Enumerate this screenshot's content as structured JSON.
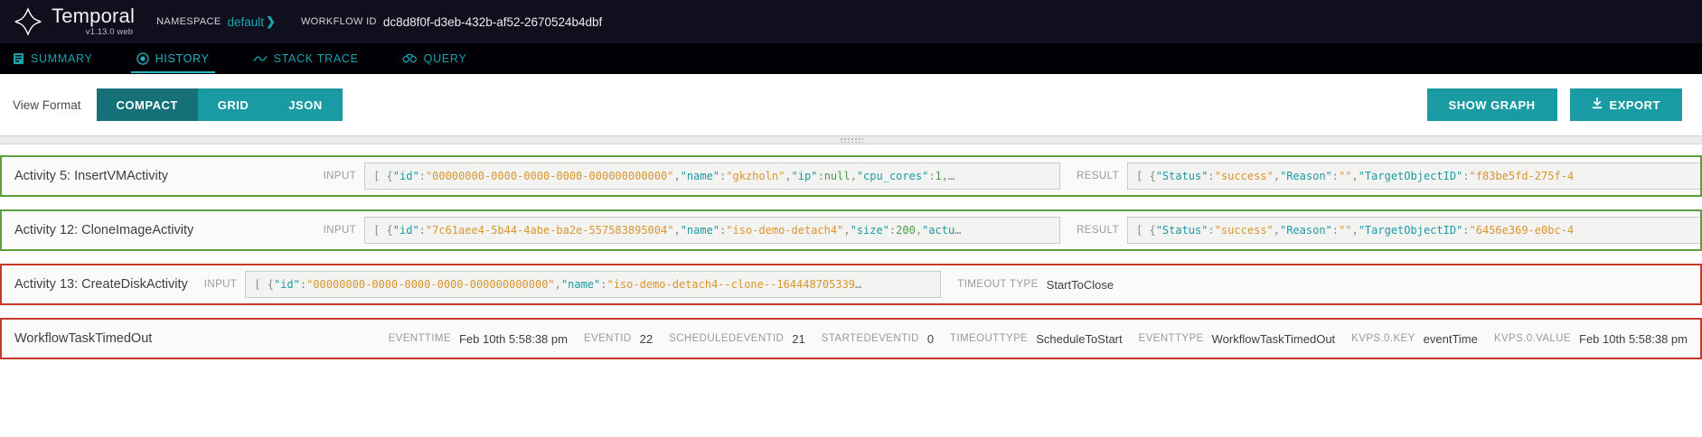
{
  "header": {
    "brand": "Temporal",
    "version": "v1.13.0 web",
    "logo_icon": "temporal-logo-icon",
    "namespace_label": "NAMESPACE",
    "namespace_value": "default",
    "namespace_chevron": "chevron-right-icon",
    "workflow_id_label": "WORKFLOW ID",
    "workflow_id_value": "dc8d8f0f-d3eb-432b-af52-2670524b4dbf"
  },
  "tabs": [
    {
      "label": "SUMMARY",
      "icon": "summary-icon",
      "active": false
    },
    {
      "label": "HISTORY",
      "icon": "history-icon",
      "active": true
    },
    {
      "label": "STACK TRACE",
      "icon": "stack-trace-icon",
      "active": false
    },
    {
      "label": "QUERY",
      "icon": "query-icon",
      "active": false
    }
  ],
  "toolbar": {
    "view_format_label": "View Format",
    "formats": [
      {
        "label": "COMPACT",
        "active": true
      },
      {
        "label": "GRID",
        "active": false
      },
      {
        "label": "JSON",
        "active": false
      }
    ],
    "show_graph_label": "SHOW GRAPH",
    "export_label": "EXPORT",
    "export_icon": "download-icon"
  },
  "splitter": {
    "grip_icon": "drag-grip-icon"
  },
  "colors": {
    "brand_dark": "#0f0f1e",
    "teal": "#1a9ba3",
    "teal_active": "#157078",
    "success_border": "#5f9e3f",
    "failed_border": "#c9392b"
  },
  "events": [
    {
      "title": "Activity 5: InsertVMActivity",
      "status": "success",
      "input_label": "INPUT",
      "input_tokens": [
        {
          "t": "punc",
          "v": "[ { "
        },
        {
          "t": "key",
          "v": "\"id\""
        },
        {
          "t": "punc",
          "v": ": "
        },
        {
          "t": "str",
          "v": "\"00000000-0000-0000-0000-000000000000\""
        },
        {
          "t": "punc",
          "v": ", "
        },
        {
          "t": "key",
          "v": "\"name\""
        },
        {
          "t": "punc",
          "v": ": "
        },
        {
          "t": "str",
          "v": "\"gkzholn\""
        },
        {
          "t": "punc",
          "v": ", "
        },
        {
          "t": "key",
          "v": "\"ip\""
        },
        {
          "t": "punc",
          "v": ": "
        },
        {
          "t": "null",
          "v": "null"
        },
        {
          "t": "punc",
          "v": ", "
        },
        {
          "t": "key",
          "v": "\"cpu_cores\""
        },
        {
          "t": "punc",
          "v": ": "
        },
        {
          "t": "num",
          "v": "1"
        },
        {
          "t": "punc",
          "v": ","
        },
        {
          "t": "ell",
          "v": "…"
        }
      ],
      "result_label": "RESULT",
      "result_tokens": [
        {
          "t": "punc",
          "v": "[ { "
        },
        {
          "t": "key",
          "v": "\"Status\""
        },
        {
          "t": "punc",
          "v": ": "
        },
        {
          "t": "str",
          "v": "\"success\""
        },
        {
          "t": "punc",
          "v": ", "
        },
        {
          "t": "key",
          "v": "\"Reason\""
        },
        {
          "t": "punc",
          "v": ": "
        },
        {
          "t": "str",
          "v": "\"\""
        },
        {
          "t": "punc",
          "v": ", "
        },
        {
          "t": "key",
          "v": "\"TargetObjectID\""
        },
        {
          "t": "punc",
          "v": ": "
        },
        {
          "t": "str",
          "v": "\"f83be5fd-275f-4"
        }
      ]
    },
    {
      "title": "Activity 12: CloneImageActivity",
      "status": "success",
      "input_label": "INPUT",
      "input_tokens": [
        {
          "t": "punc",
          "v": "[ { "
        },
        {
          "t": "key",
          "v": "\"id\""
        },
        {
          "t": "punc",
          "v": ": "
        },
        {
          "t": "str",
          "v": "\"7c61aee4-5b44-4abe-ba2e-557583895004\""
        },
        {
          "t": "punc",
          "v": ", "
        },
        {
          "t": "key",
          "v": "\"name\""
        },
        {
          "t": "punc",
          "v": ": "
        },
        {
          "t": "str",
          "v": "\"iso-demo-detach4\""
        },
        {
          "t": "punc",
          "v": ", "
        },
        {
          "t": "key",
          "v": "\"size\""
        },
        {
          "t": "punc",
          "v": ": "
        },
        {
          "t": "num",
          "v": "200"
        },
        {
          "t": "punc",
          "v": ", "
        },
        {
          "t": "key",
          "v": "\"actu"
        },
        {
          "t": "ell",
          "v": "…"
        }
      ],
      "result_label": "RESULT",
      "result_tokens": [
        {
          "t": "punc",
          "v": "[ { "
        },
        {
          "t": "key",
          "v": "\"Status\""
        },
        {
          "t": "punc",
          "v": ": "
        },
        {
          "t": "str",
          "v": "\"success\""
        },
        {
          "t": "punc",
          "v": ", "
        },
        {
          "t": "key",
          "v": "\"Reason\""
        },
        {
          "t": "punc",
          "v": ": "
        },
        {
          "t": "str",
          "v": "\"\""
        },
        {
          "t": "punc",
          "v": ", "
        },
        {
          "t": "key",
          "v": "\"TargetObjectID\""
        },
        {
          "t": "punc",
          "v": ": "
        },
        {
          "t": "str",
          "v": "\"6456e369-e0bc-4"
        }
      ]
    },
    {
      "title": "Activity 13: CreateDiskActivity",
      "status": "failed",
      "input_label": "INPUT",
      "input_tokens": [
        {
          "t": "punc",
          "v": "[ { "
        },
        {
          "t": "key",
          "v": "\"id\""
        },
        {
          "t": "punc",
          "v": ": "
        },
        {
          "t": "str",
          "v": "\"00000000-0000-0000-0000-000000000000\""
        },
        {
          "t": "punc",
          "v": ", "
        },
        {
          "t": "key",
          "v": "\"name\""
        },
        {
          "t": "punc",
          "v": ": "
        },
        {
          "t": "str",
          "v": "\"iso-demo-detach4--clone--164448705339"
        },
        {
          "t": "ell",
          "v": "…"
        }
      ],
      "timeout_type_label": "TIMEOUT TYPE",
      "timeout_type_value": "StartToClose"
    }
  ],
  "timeout_event": {
    "title": "WorkflowTaskTimedOut",
    "status": "failed",
    "fields": [
      {
        "key": "EVENTTIME",
        "value": "Feb 10th 5:58:38 pm"
      },
      {
        "key": "EVENTID",
        "value": "22"
      },
      {
        "key": "SCHEDULEDEVENTID",
        "value": "21"
      },
      {
        "key": "STARTEDEVENTID",
        "value": "0"
      },
      {
        "key": "TIMEOUTTYPE",
        "value": "ScheduleToStart"
      },
      {
        "key": "EVENTTYPE",
        "value": "WorkflowTaskTimedOut"
      },
      {
        "key": "KVPS.0.KEY",
        "value": "eventTime"
      },
      {
        "key": "KVPS.0.VALUE",
        "value": "Feb 10th 5:58:38 pm"
      }
    ]
  }
}
